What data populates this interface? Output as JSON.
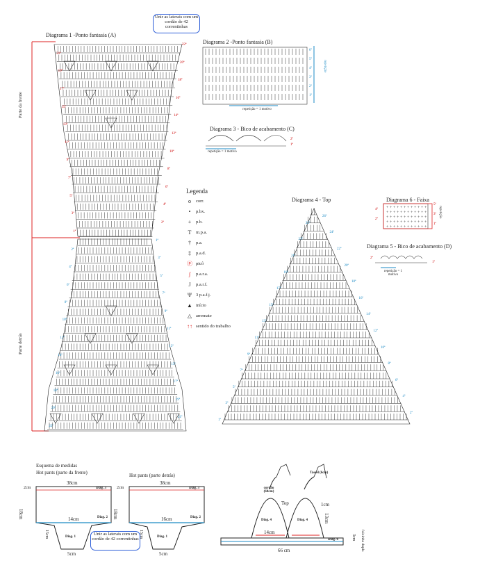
{
  "note_top": "Unir as laterais com um cordão de 42 correntinhas",
  "diagram1": {
    "title": "Diagrama 1 -Ponto fantasia (A)",
    "side_front": "Parte da frente",
    "side_back": "Parte detrás",
    "rows_front": [
      "22ª",
      "21ª",
      "20ª",
      "19ª",
      "18ª",
      "17ª",
      "16ª",
      "15ª",
      "14ª",
      "13ª",
      "12ª",
      "11ª",
      "10ª",
      "9ª",
      "8ª",
      "7ª",
      "6ª",
      "5ª",
      "4ª",
      "3ª",
      "2ª",
      "1ª"
    ],
    "rows_back": [
      "1ª",
      "2ª",
      "3ª",
      "4ª",
      "5ª",
      "6ª",
      "7ª",
      "8ª",
      "9ª",
      "10ª",
      "11ª",
      "12ª",
      "13ª",
      "14ª",
      "15ª",
      "16ª",
      "17ª",
      "18ª",
      "19ª",
      "20ª",
      "21ª",
      "22ª"
    ]
  },
  "diagram2": {
    "title": "Diagrama 2 -Ponto fantasia (B)",
    "rows": [
      "6ª",
      "5ª",
      "4ª",
      "3ª",
      "2ª",
      "1ª"
    ],
    "repeat_side": "repetição",
    "repeat_bottom": "repetição = 1 motivo"
  },
  "diagram3": {
    "title": "Diagrama 3 - Bico de acabamento (C)",
    "rows": [
      "2ª",
      "1ª"
    ],
    "repeat": "repetição = 1 motivo"
  },
  "legend": {
    "title": "Legenda",
    "items": [
      {
        "sym": "o",
        "label": "corr."
      },
      {
        "sym": "•",
        "label": "p.bx."
      },
      {
        "sym": "+",
        "label": "p.b."
      },
      {
        "sym": "T",
        "label": "m.p.a."
      },
      {
        "sym": "†",
        "label": "p.a."
      },
      {
        "sym": "‡",
        "label": "p.a.d."
      },
      {
        "sym": "ⓟ",
        "label": "picô"
      },
      {
        "sym": "∫",
        "label": "p.a.r.a."
      },
      {
        "sym": "J",
        "label": "p.a.r.f."
      },
      {
        "sym": "Ψ",
        "label": "3 p.a.f.j."
      },
      {
        "sym": "▲",
        "label": "início"
      },
      {
        "sym": "△",
        "label": "arremate"
      },
      {
        "sym": "↑↑",
        "label": "sentido do trabalho"
      }
    ]
  },
  "diagram4": {
    "title": "Diagrama 4 - Top",
    "rows_left": [
      "1ª",
      "3ª",
      "5ª",
      "7ª",
      "9ª",
      "11ª",
      "13ª",
      "15ª",
      "17ª",
      "19ª",
      "21ª",
      "23ª",
      "25ª"
    ],
    "rows_right": [
      "2ª",
      "4ª",
      "6ª",
      "8ª",
      "10ª",
      "12ª",
      "14ª",
      "16ª",
      "18ª",
      "20ª",
      "22ª",
      "24ª",
      "26ª"
    ]
  },
  "diagram6": {
    "title": "Diagrama 6 - Faixa",
    "rows": [
      "5ª",
      "4ª",
      "3ª",
      "2ª",
      "1ª"
    ],
    "repeat": "repetição"
  },
  "diagram5": {
    "title": "Diagrama 5 - Bico de acabamento (D)",
    "rows": [
      "2ª",
      "1ª"
    ],
    "repeat": "repetição = 1 motivo"
  },
  "measures": {
    "title": "Esquema de medidas",
    "front_title": "Hot pants (parte da frente)",
    "back_title": "Hot pants (parte detrás)",
    "front": {
      "top": "38cm",
      "side": "2cm",
      "height": "18cm",
      "mid": "14cm",
      "crotch_h": "15cm",
      "bottom": "5cm",
      "diag1": "Diag. 1",
      "diag2": "Diag. 2",
      "diag3": "Diag. 3"
    },
    "back": {
      "top": "38cm",
      "side": "2cm",
      "height": "18cm",
      "mid": "16cm",
      "crotch_h": "15cm",
      "bottom": "5cm",
      "diag1": "Diag. 1",
      "diag2": "Diag. 2",
      "diag3": "Diag. 3"
    },
    "note_bottom": "Unir as laterais com um cordão de 42 correntinhas",
    "top": {
      "cordao": "cordão (60cm)",
      "tassel": "Tassel (6cm)",
      "top_label": "Top",
      "diag4": "Diag. 4",
      "w14": "14cm",
      "h1": "1cm",
      "h13": "13cm",
      "bottom": "66 cm",
      "diag6": "Diag. 6",
      "band_h": "3cm",
      "band": "faixinha dupla"
    }
  }
}
